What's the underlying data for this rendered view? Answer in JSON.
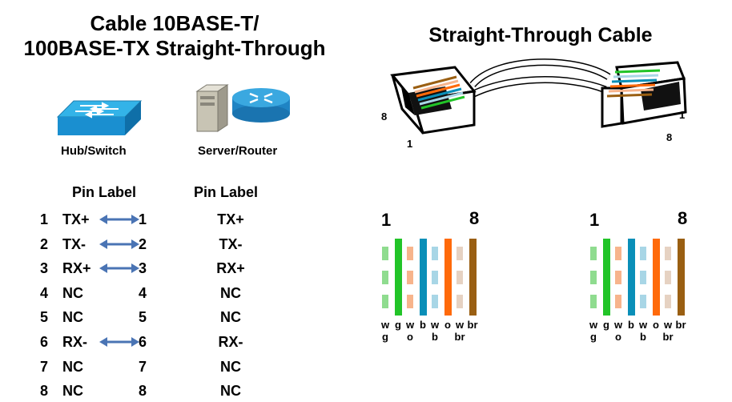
{
  "left_title": [
    "Cable 10BASE-T/",
    "100BASE-TX Straight-Through"
  ],
  "right_title": "Straight-Through Cable",
  "devices": {
    "hub_label": "Hub/Switch",
    "server_label": "Server/Router"
  },
  "pin_label_header": "Pin Label",
  "pin_table": [
    {
      "pin": "1",
      "label": "TX+",
      "pin2": "1",
      "label2": "TX+",
      "arrow": true
    },
    {
      "pin": "2",
      "label": "TX-",
      "pin2": "2",
      "label2": "TX-",
      "arrow": true
    },
    {
      "pin": "3",
      "label": "RX+",
      "pin2": "3",
      "label2": "RX+",
      "arrow": true
    },
    {
      "pin": "4",
      "label": "NC",
      "pin2": "4",
      "label2": "NC",
      "arrow": false
    },
    {
      "pin": "5",
      "label": "NC",
      "pin2": "5",
      "label2": "NC",
      "arrow": false
    },
    {
      "pin": "6",
      "label": "RX-",
      "pin2": "6",
      "label2": "RX-",
      "arrow": true
    },
    {
      "pin": "7",
      "label": "NC",
      "pin2": "7",
      "label2": "NC",
      "arrow": false
    },
    {
      "pin": "8",
      "label": "NC",
      "pin2": "8",
      "label2": "NC",
      "arrow": false
    }
  ],
  "plug_pin_numbers": {
    "left_a": "8",
    "left_b": "1",
    "right_a": "1",
    "right_b": "8"
  },
  "wiring_end_labels": {
    "first": "1",
    "last": "8"
  },
  "wire_colors": [
    {
      "top": "w",
      "bottom": "g",
      "color": "#8fdc8f",
      "striped": true
    },
    {
      "top": "g",
      "bottom": "",
      "color": "#22c428",
      "striped": false
    },
    {
      "top": "w",
      "bottom": "o",
      "color": "#f7b48c",
      "striped": true
    },
    {
      "top": "b",
      "bottom": "",
      "color": "#0a8fb8",
      "striped": false
    },
    {
      "top": "w",
      "bottom": "b",
      "color": "#a8d6e6",
      "striped": true
    },
    {
      "top": "o",
      "bottom": "",
      "color": "#ff6a0a",
      "striped": false
    },
    {
      "top": "w",
      "bottom": "br",
      "color": "#e6d2c2",
      "striped": true
    },
    {
      "top": "br",
      "bottom": "",
      "color": "#9a5f12",
      "striped": false
    }
  ]
}
